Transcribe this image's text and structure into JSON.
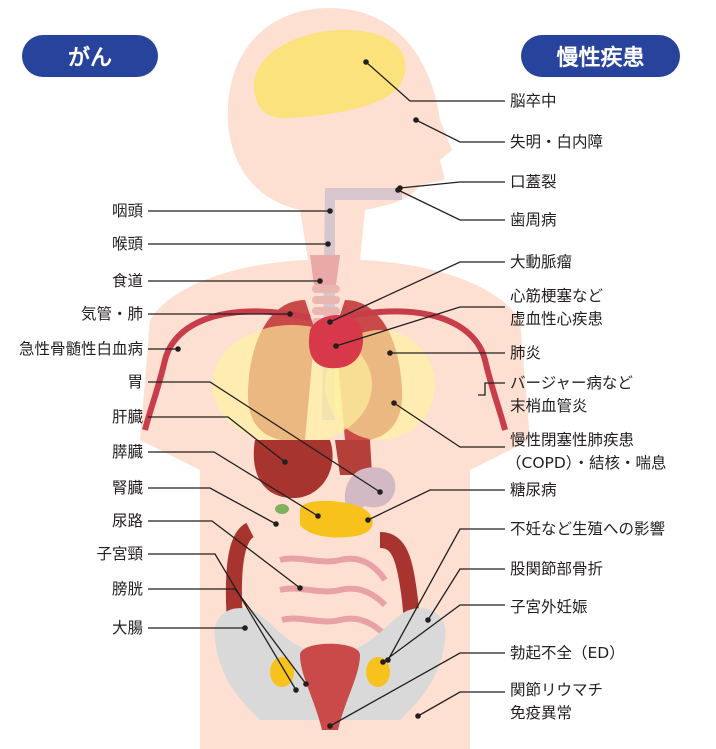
{
  "headers": {
    "cancer": "がん",
    "chronic": "慢性疾患"
  },
  "left_labels": [
    "咽頭",
    "喉頭",
    "食道",
    "気管・肺",
    "急性骨髄性白血病",
    "胃",
    "肝臓",
    "膵臓",
    "腎臓",
    "尿路",
    "子宮頸",
    "膀胱",
    "大腸"
  ],
  "right_labels": [
    "脳卒中",
    "失明・白内障",
    "口蓋裂",
    "歯周病",
    "大動脈瘤",
    "心筋梗塞など",
    "虚血性心疾患",
    "肺炎",
    "バージャー病など",
    "末梢血管炎",
    "慢性閉塞性肺疾患",
    "（COPD）・結核・喘息",
    "糖尿病",
    "不妊など生殖への影響",
    "股関節部骨折",
    "子宮外妊娠",
    "勃起不全（ED）",
    "関節リウマチ",
    "免疫異常"
  ],
  "colors": {
    "pill": "#27439b",
    "body": "#fde0d2",
    "body_dark": "#f9cbb8",
    "brain": "#fbe27d",
    "organ_red": "#a8342f",
    "lung": "#c94a48",
    "heart": "#d7394a",
    "vessel": "#c83d4a",
    "yellow_glow": "#fff3a0",
    "pelvis": "#d9d9d9",
    "trachea": "#d8c6cf",
    "leader": "#231f20"
  }
}
